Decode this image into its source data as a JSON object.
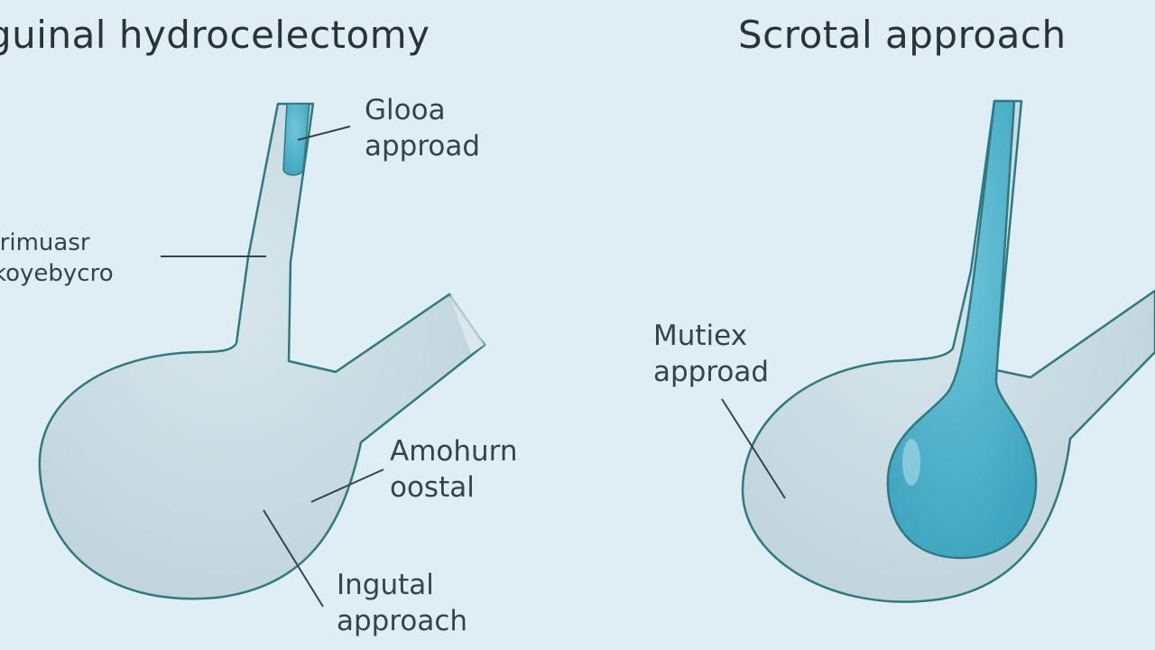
{
  "titles": {
    "left": "guinal hydrocelectomy",
    "right": "Scrotal approach"
  },
  "labels": {
    "glood": {
      "line1": "Glooa",
      "line2": "approad"
    },
    "primary": {
      "line1": "Irimuasr",
      "line2": "koyebycro"
    },
    "amohurn": {
      "line1": "Amohurn",
      "line2": "oostal"
    },
    "ingutal": {
      "line1": "Ingutal",
      "line2": "approach"
    },
    "mutiex": {
      "line1": "Mutiex",
      "line2": "approad"
    }
  },
  "colors": {
    "background": "#dfedf5",
    "sac_fill": "#c8dbe3",
    "outline": "#2f7a80",
    "fluid": "#4fb3cc",
    "leader_line": "#39444a"
  }
}
